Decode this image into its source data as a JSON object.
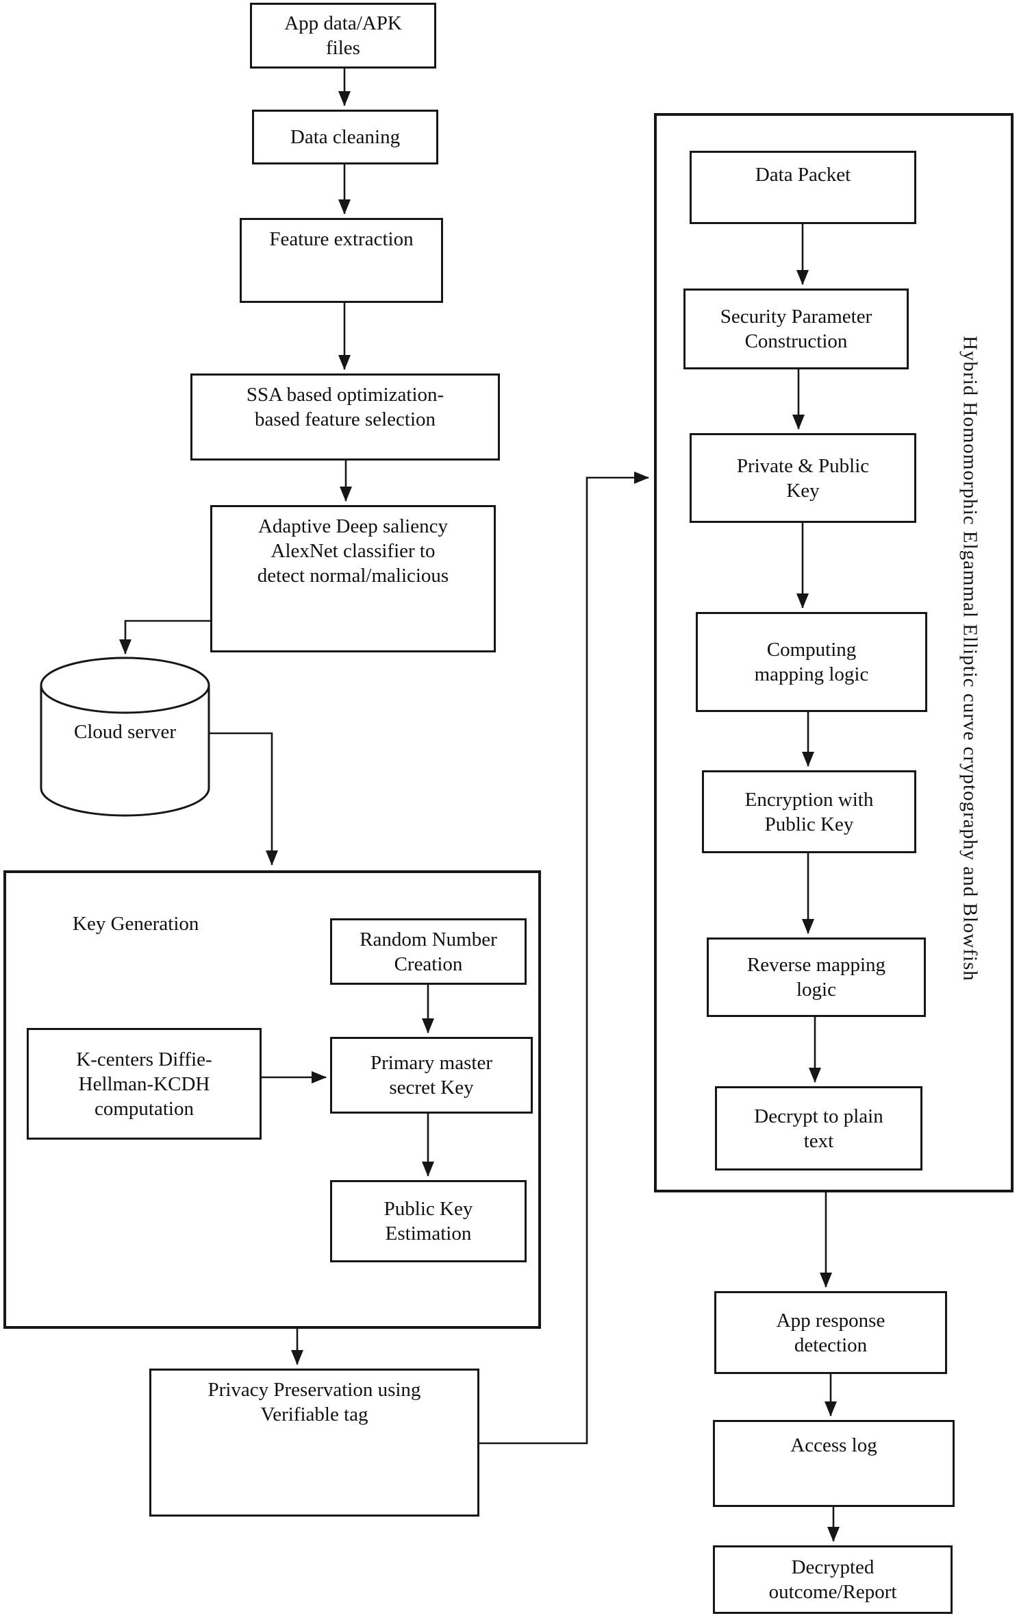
{
  "nodes": {
    "app_data": "App data/APK\nfiles",
    "data_cleaning": "Data cleaning",
    "feature_extraction": "Feature extraction",
    "ssa_selection": "SSA based optimization-\nbased feature selection",
    "alexnet_classifier": "Adaptive Deep saliency\nAlexNet classifier to\ndetect normal/malicious",
    "cloud_server": "Cloud server",
    "key_generation_title": "Key Generation",
    "random_number": "Random Number\nCreation",
    "k_centers": "K-centers Diffie-\nHellman-KCDH\ncomputation",
    "primary_master": "Primary master\nsecret Key",
    "public_key_estimation": "Public Key\nEstimation",
    "privacy_preservation": "Privacy Preservation using\nVerifiable tag",
    "data_packet": "Data Packet",
    "security_parameter": "Security Parameter\nConstruction",
    "private_public_key": "Private & Public\nKey",
    "computing_mapping": "Computing\nmapping logic",
    "encryption_public_key": "Encryption with\nPublic Key",
    "reverse_mapping": "Reverse mapping\nlogic",
    "decrypt_plain": "Decrypt to plain\ntext",
    "app_response": "App response\ndetection",
    "access_log": "Access log",
    "decrypted_outcome": "Decrypted\noutcome/Report",
    "crypto_container_label": "Hybrid Homomorphic Elgammal Elliptic curve cryptography and Blowfish"
  },
  "colors": {
    "line": "#161616",
    "background": "#ffffff",
    "box_fill": "#ffffff"
  }
}
